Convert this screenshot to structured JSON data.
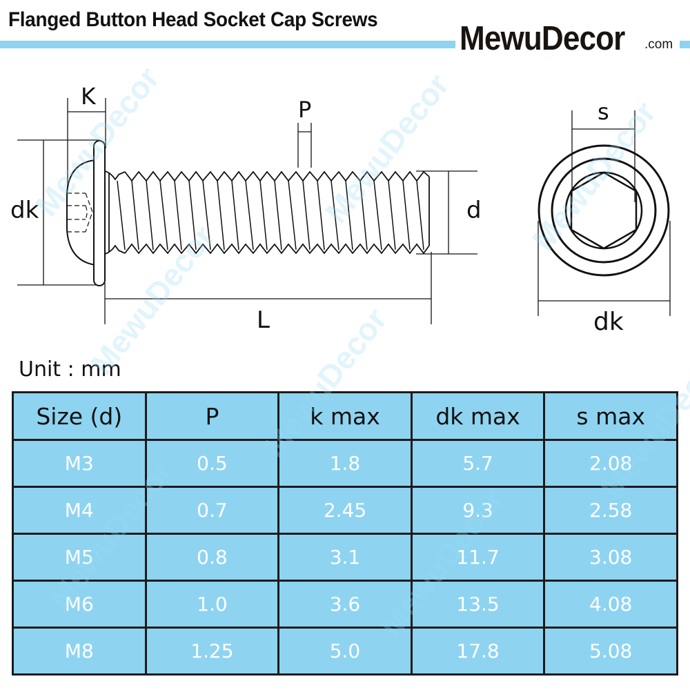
{
  "header": {
    "title": "Flanged Button Head Socket Cap Screws",
    "brand": "MewuDecor",
    "brand_suffix": ".com",
    "accent_bar_color": "#8ed3f0"
  },
  "diagram": {
    "side_view_labels": {
      "head_height": "K",
      "pitch": "P",
      "head_diameter": "dk",
      "thread_diameter": "d",
      "length": "L"
    },
    "end_view_labels": {
      "hex_socket": "s",
      "head_diameter": "dk"
    }
  },
  "unit_label": "Unit : mm",
  "table": {
    "header_color": "#8ed4f1",
    "columns": [
      "Size (d)",
      "P",
      "k max",
      "dk max",
      "s max"
    ],
    "rows": [
      [
        "M3",
        "0.5",
        "1.8",
        "5.7",
        "2.08"
      ],
      [
        "M4",
        "0.7",
        "2.45",
        "9.3",
        "2.58"
      ],
      [
        "M5",
        "0.8",
        "3.1",
        "11.7",
        "3.08"
      ],
      [
        "M6",
        "1.0",
        "3.6",
        "13.5",
        "4.08"
      ],
      [
        "M8",
        "1.25",
        "5.0",
        "17.8",
        "5.08"
      ]
    ]
  },
  "watermark": "MewuDecor"
}
